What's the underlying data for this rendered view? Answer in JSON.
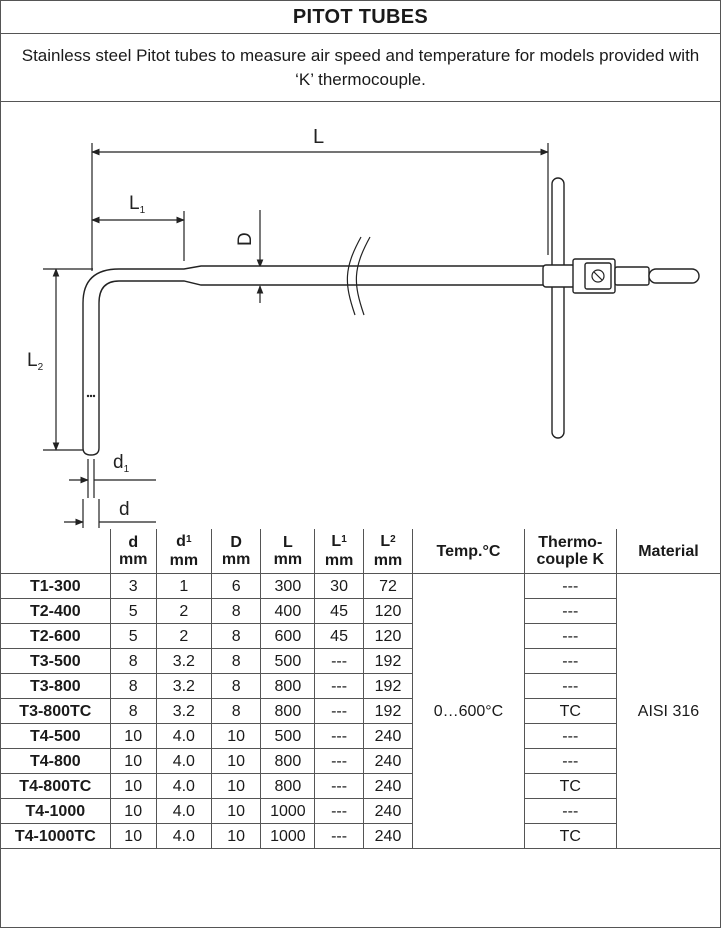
{
  "title": "PITOT TUBES",
  "description": "Stainless steel Pitot tubes to measure air speed and temperature for models provided with ‘K’ thermocouple.",
  "drawing_labels": {
    "L": "L",
    "L1": "L",
    "L1_sub": "1",
    "D": "D",
    "L2": "L",
    "L2_sub": "2",
    "d1": "d",
    "d1_sub": "1",
    "d": "d"
  },
  "table": {
    "headers": [
      {
        "text": "",
        "unit": ""
      },
      {
        "text": "d",
        "sub": "",
        "unit": "mm"
      },
      {
        "text": "d",
        "sub": "1",
        "unit": "mm"
      },
      {
        "text": "D",
        "sub": "",
        "unit": "mm"
      },
      {
        "text": "L",
        "sub": "",
        "unit": "mm"
      },
      {
        "text": "L",
        "sub": "1",
        "unit": "mm"
      },
      {
        "text": "L",
        "sub": "2",
        "unit": "mm"
      },
      {
        "text": "Temp.°C",
        "sub": "",
        "unit": ""
      },
      {
        "text": "Thermo-",
        "sub": "",
        "unit": "couple K"
      },
      {
        "text": "Material",
        "sub": "",
        "unit": ""
      }
    ],
    "rows": [
      {
        "model": "T1-300",
        "d": "3",
        "d1": "1",
        "D": "6",
        "L": "300",
        "L1": "30",
        "L2": "72",
        "tc": "---"
      },
      {
        "model": "T2-400",
        "d": "5",
        "d1": "2",
        "D": "8",
        "L": "400",
        "L1": "45",
        "L2": "120",
        "tc": "---"
      },
      {
        "model": "T2-600",
        "d": "5",
        "d1": "2",
        "D": "8",
        "L": "600",
        "L1": "45",
        "L2": "120",
        "tc": "---"
      },
      {
        "model": "T3-500",
        "d": "8",
        "d1": "3.2",
        "D": "8",
        "L": "500",
        "L1": "---",
        "L2": "192",
        "tc": "---"
      },
      {
        "model": "T3-800",
        "d": "8",
        "d1": "3.2",
        "D": "8",
        "L": "800",
        "L1": "---",
        "L2": "192",
        "tc": "---"
      },
      {
        "model": "T3-800TC",
        "d": "8",
        "d1": "3.2",
        "D": "8",
        "L": "800",
        "L1": "---",
        "L2": "192",
        "tc": "TC"
      },
      {
        "model": "T4-500",
        "d": "10",
        "d1": "4.0",
        "D": "10",
        "L": "500",
        "L1": "---",
        "L2": "240",
        "tc": "---"
      },
      {
        "model": "T4-800",
        "d": "10",
        "d1": "4.0",
        "D": "10",
        "L": "800",
        "L1": "---",
        "L2": "240",
        "tc": "---"
      },
      {
        "model": "T4-800TC",
        "d": "10",
        "d1": "4.0",
        "D": "10",
        "L": "800",
        "L1": "---",
        "L2": "240",
        "tc": "TC"
      },
      {
        "model": "T4-1000",
        "d": "10",
        "d1": "4.0",
        "D": "10",
        "L": "1000",
        "L1": "---",
        "L2": "240",
        "tc": "---"
      },
      {
        "model": "T4-1000TC",
        "d": "10",
        "d1": "4.0",
        "D": "10",
        "L": "1000",
        "L1": "---",
        "L2": "240",
        "tc": "TC"
      }
    ],
    "temp_range": "0…600°C",
    "material": "AISI 316"
  }
}
